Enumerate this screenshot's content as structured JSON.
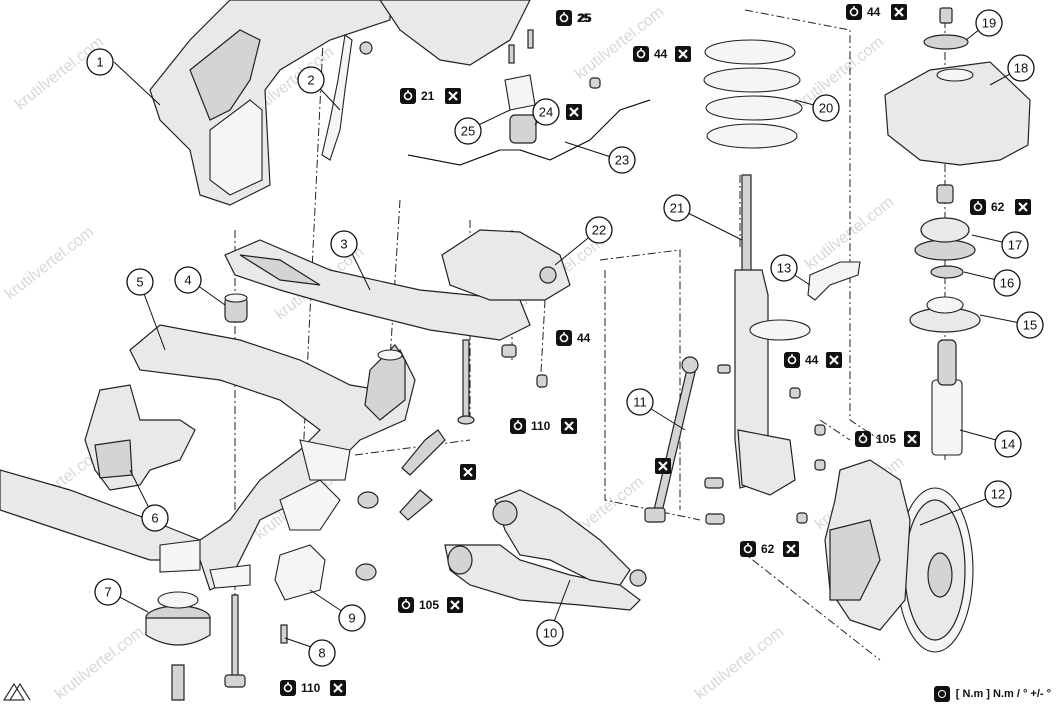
{
  "watermark": "krutilvertel.com",
  "legend": {
    "text": "[ N.m ] N.m / ° +/- °",
    "icon": "torque-wrench-icon"
  },
  "callouts": [
    "1",
    "2",
    "3",
    "4",
    "5",
    "6",
    "7",
    "8",
    "9",
    "10",
    "11",
    "12",
    "13",
    "14",
    "15",
    "16",
    "17",
    "18",
    "19",
    "20",
    "21",
    "22",
    "23",
    "24",
    "25",
    "25"
  ],
  "torques": [
    "25",
    "44",
    "21",
    "44",
    "44",
    "62",
    "44",
    "110",
    "105",
    "105",
    "62",
    "110"
  ],
  "replace_icon": "replace-cross-icon"
}
